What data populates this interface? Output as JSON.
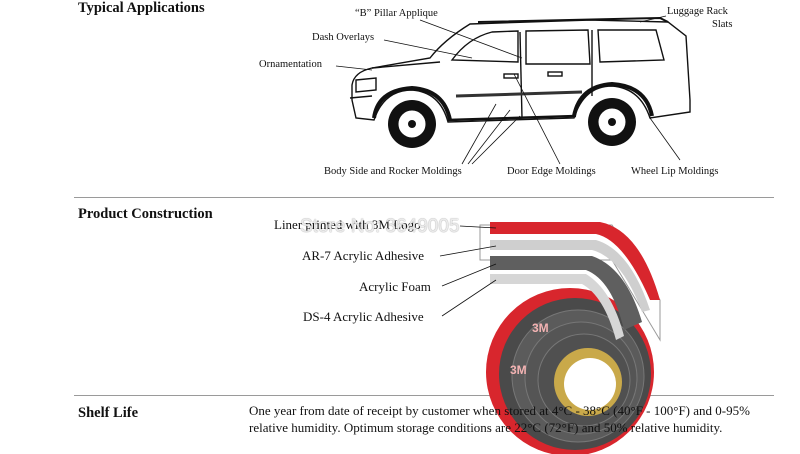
{
  "sections": {
    "applications": {
      "title": "Typical Applications",
      "callouts": {
        "b_pillar": "“B” Pillar Applique",
        "dash": "Dash Overlays",
        "ornament": "Ornamentation",
        "luggage_line1": "Luggage Rack",
        "luggage_line2": "Slats",
        "body_side": "Body Side and Rocker Moldings",
        "door_edge": "Door Edge Moldings",
        "wheel_lip": "Wheel Lip Moldings"
      }
    },
    "construction": {
      "title": "Product Construction",
      "layers": {
        "liner": "Liner printed with 3M Logo",
        "ar7": "AR-7 Acrylic Adhesive",
        "foam": "Acrylic Foam",
        "ds4": "DS-4 Acrylic Adhesive"
      },
      "tape_logo": "3M",
      "watermark": "Store No: 3649005"
    },
    "shelf_life": {
      "title": "Shelf Life",
      "text": "One year from date of receipt by customer when stored at 4°C - 38°C (40°F - 100°F) and 0-95% relative humidity.  Optimum storage conditions are 22°C (72°F) and 50% relative humidity."
    }
  },
  "colors": {
    "liner_red": "#d8262d",
    "foam_gray": "#5f5f5f",
    "adhesive_light": "#cfcfcf",
    "rule_gray": "#9a9a9a"
  }
}
